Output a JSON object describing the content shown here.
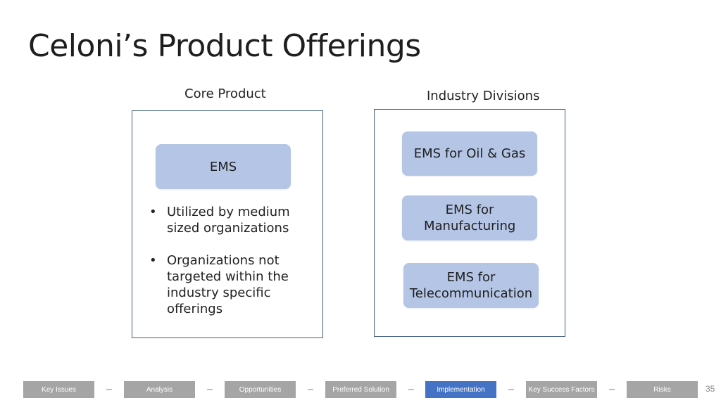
{
  "title": "Celoni’s Product Offerings",
  "core": {
    "heading": "Core Product",
    "pill": "EMS",
    "bullets": [
      "Utilized by medium sized organizations",
      "Organizations not targeted within the industry specific offerings"
    ]
  },
  "industry": {
    "heading": "Industry Divisions",
    "pills": [
      "EMS for Oil & Gas",
      "EMS for Manufacturing",
      "EMS for Telecommunication"
    ]
  },
  "nav": {
    "items": [
      "Key Issues",
      "Analysis",
      "Opportunities",
      "Preferred Solution",
      "Implementation",
      "Key Success Factors",
      "Risks"
    ],
    "active": "Implementation"
  },
  "page_number": "35",
  "colors": {
    "pill": "#b4c5e6",
    "panel_border": "#3e5f7e",
    "nav_active": "#4472c4",
    "nav_inactive": "#a5a5a5"
  }
}
